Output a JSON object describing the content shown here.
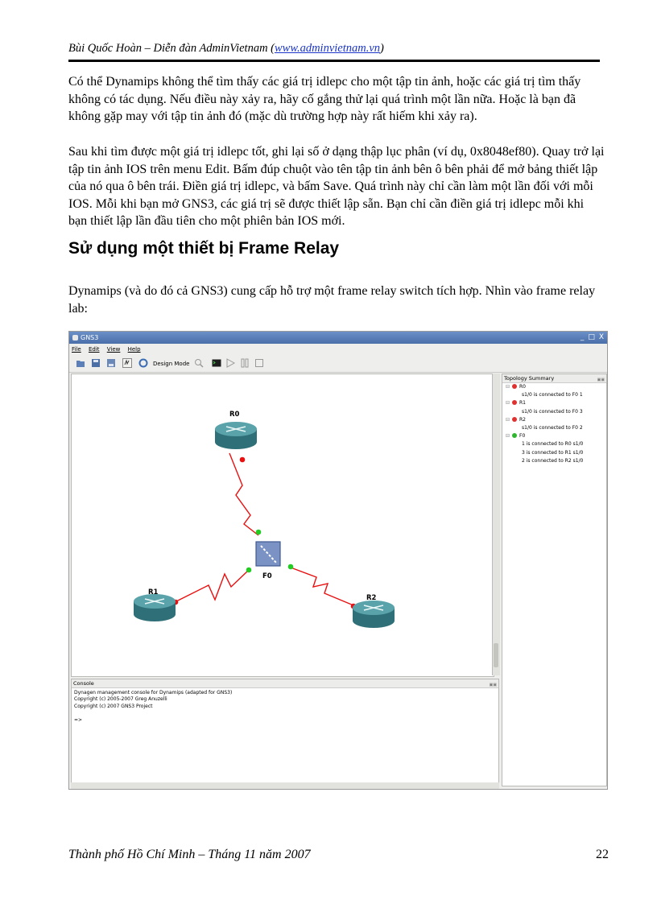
{
  "header": {
    "author_text": "Bùi Quốc Hoàn – Diễn đàn AdminVietnam (",
    "link": "www.adminvietnam.vn",
    "close_paren": ")"
  },
  "paragraphs": {
    "p1": "Có thể Dynamips không thể tìm thấy các giá trị idlepc cho một tập tin ảnh, hoặc các giá trị tìm thấy không có tác dụng. Nếu điều này xảy ra, hãy cố gắng thử lại quá trình một lần nữa. Hoặc là bạn đã không gặp may với tập tin ảnh đó (mặc dù trường hợp này rất hiếm khi xảy ra).",
    "p2": "Sau khi tìm được một giá trị idlepc tốt, ghi lại số ở dạng thập lục phân (ví dụ, 0x8048ef80). Quay trở lại tập tin ảnh IOS trên menu Edit. Bấm đúp chuột vào tên tập tin ảnh bên ô bên phải để mở bảng thiết lập của nó qua ô bên trái. Điền giá trị idlepc, và bấm Save. Quá trình này chỉ cần làm một lần đối với mỗi IOS. Mỗi khi bạn mở GNS3, các giá trị sẽ được thiết lập sẵn. Bạn chỉ cần điền giá trị idlepc mỗi khi bạn thiết lập lần đầu tiên cho một phiên bản IOS mới.",
    "p3": "Dynamips (và do đó cả GNS3) cung cấp hỗ trợ một frame relay switch tích hợp. Nhìn vào frame relay lab:"
  },
  "section_title": "Sử dụng một thiết bị Frame Relay",
  "screenshot": {
    "window_title": "GNS3",
    "window_controls": [
      "_",
      "□",
      "X"
    ],
    "menu": [
      "File",
      "Edit",
      "View",
      "Help"
    ],
    "toolbar_design_mode": "Design Mode",
    "devices": {
      "r0": "R0",
      "r1": "R1",
      "r2": "R2",
      "f0": "F0"
    },
    "topology": {
      "title": "Topology Summary",
      "nodes": [
        {
          "name": "R0",
          "status": "red",
          "links": [
            "s1/0 is connected to F0 1"
          ]
        },
        {
          "name": "R1",
          "status": "red",
          "links": [
            "s1/0 is connected to F0 3"
          ]
        },
        {
          "name": "R2",
          "status": "red",
          "links": [
            "s1/0 is connected to F0 2"
          ]
        },
        {
          "name": "F0",
          "status": "green",
          "links": [
            "1 is connected to R0 s1/0",
            "3 is connected to R1 s1/0",
            "2 is connected to R2 s1/0"
          ]
        }
      ]
    },
    "console": {
      "title": "Console",
      "lines": [
        "Dynagen management console for Dynamips (adapted for GNS3)",
        "Copyright (c) 2005-2007 Greg Anuzelli",
        "Copyright (c) 2007 GNS3 Project",
        "",
        "=>"
      ]
    }
  },
  "footer": {
    "text": "Thành phố Hồ Chí Minh – Tháng 11 năm 2007",
    "page_number": "22"
  }
}
